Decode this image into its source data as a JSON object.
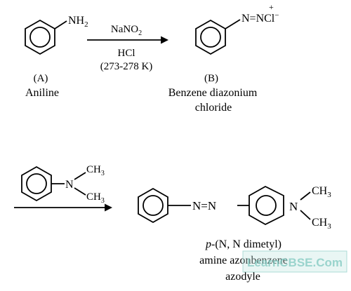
{
  "reaction1": {
    "reactant": {
      "group": "NH",
      "group_sub": "2",
      "tag": "(A)",
      "name": "Aniline"
    },
    "reagent": {
      "top_main": "NaNO",
      "top_sub": "2",
      "middle": "HCl",
      "bottom": "(273-278 K)"
    },
    "product": {
      "group": "N=NCl",
      "charge_plus": "+",
      "charge_minus": "−",
      "tag": "(B)",
      "name_line1": "Benzene diazonium",
      "name_line2": "chloride"
    }
  },
  "reaction2": {
    "reagent": {
      "n_label": "N",
      "methyl_top": "CH",
      "methyl_top_sub": "3",
      "methyl_bottom": "CH",
      "methyl_bottom_sub": "3"
    },
    "product": {
      "azo": "N=N",
      "n_label": "N",
      "methyl_top": "CH",
      "methyl_top_sub": "3",
      "methyl_bottom": "CH",
      "methyl_bottom_sub": "3",
      "name_prefix": "p",
      "name_line1_rest": "-(N, N dimetyl)",
      "name_line2": "amine azonbenzene",
      "name_line3": "azodyle"
    }
  },
  "watermark": {
    "text": "LearnCBSE.Com",
    "color": "#7fc8c0"
  }
}
